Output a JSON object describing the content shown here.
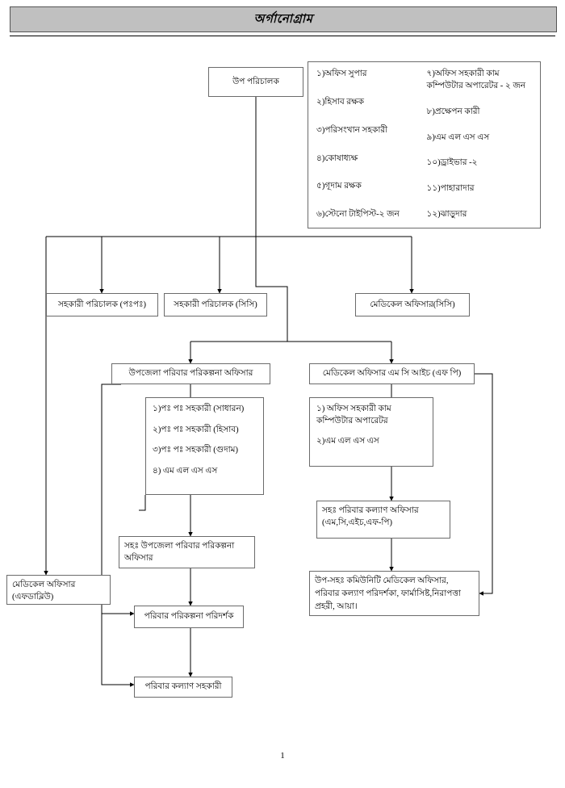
{
  "document": {
    "title": "অর্গানোগ্রাম",
    "page_number": "1"
  },
  "nodes": {
    "deputy_director": "উপ পরিচালক",
    "assistant_director_fp": "সহকারী পরিচালক (পঃপঃ)",
    "assistant_director_cc": "সহকারী পরিচালক (সিসি)",
    "medical_officer_cc": "মেডিকেল অফিসার(সিসি)",
    "upazila_fp_officer": "উপজেলা পরিবার পরিকল্পনা অফিসার",
    "medical_officer_mch_fp": "মেডিকেল অফিসার এম সি আইচ (এফ পি)",
    "assistant_fw_officer": "সহঃ পরিবার কল্যাণ অফিসার\n(এম,সি,এইচ,এফ-পি)",
    "assistant_upazila_fp_officer": "সহঃ উপজেলা পরিবার পরিকল্পনা\nঅফিসার",
    "medical_officer_fw": "মেডিকেল অফিসার\n(এফডাব্লিউ)",
    "fp_inspector": "পরিবার পরিকল্পনা পরিদর্শক",
    "fw_assistant": "পরিবার কল্যাণ সহকারী",
    "community_medical_staff": "উপ-সহঃ কমিউনিটি মেডিকেল অফিসার,\nপরিবার কল্যাণ পরিদর্শকা, ফার্মাসিষ্ট,নিরাপত্তা\nপ্রহরী, আয়া।"
  },
  "staff_list": {
    "left_column": [
      "১)অফিস সুপার",
      "২)হিসাব রক্ষক",
      "৩)পরিসংখান সহকারী",
      "৪)কোষাধ্যক্ষ",
      "৫)গূদাম রক্ষক",
      "৬)স্টেনো টাইপিস্ট-২ জন"
    ],
    "right_column": [
      "৭)অফিস সহকারী কাম\nকম্পিউটার অপারেটর - ২ জন",
      "৮)প্রক্ষেপন কারী",
      "৯)এম এল এস এস",
      "১০)ড্রাইভার -২",
      "১১)পাহারাদার",
      "১২)ঝাড়ুদার"
    ]
  },
  "upazila_staff_list": [
    "১)পঃ পঃ সহকারী (সাধারন)",
    "২)পঃ পঃ সহকারী (হিসাব)",
    "৩)পঃ পঃ সহকারী (গুদাম)",
    "৪) এম এল এস এস"
  ],
  "mch_staff_list": [
    "১) অফিস সহকারী কাম\nকম্পিউটার অপারেটর",
    "২)এম এল এস এস"
  ],
  "colors": {
    "banner_background": "#c0c0c0",
    "box_border": "#6b6b6b",
    "line": "#000000",
    "page_background": "#ffffff"
  }
}
